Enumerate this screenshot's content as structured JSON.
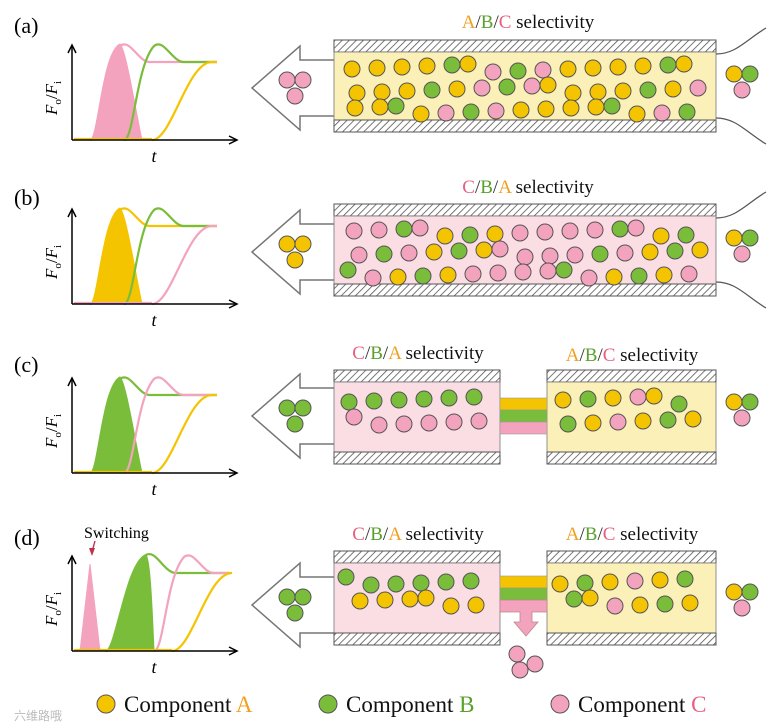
{
  "colors": {
    "A": "#f5c400",
    "B": "#79bd3a",
    "C": "#f4a3bf",
    "A_text": "#f0a020",
    "B_text": "#5aa02c",
    "C_text": "#e8607f",
    "yellow_bg": "#fbf1b8",
    "pink_bg": "#fbdde4"
  },
  "common": {
    "axis_y_label": "F",
    "axis_y_sub0": "o",
    "axis_y_slash": "/",
    "axis_y_sub1": "i",
    "axis_x_label": "t",
    "separator": "/",
    "selectivity_word": " selectivity"
  },
  "panels": [
    {
      "id": "a",
      "label": "(a)",
      "order": [
        "A",
        "B",
        "C"
      ]
    },
    {
      "id": "b",
      "label": "(b)",
      "order": [
        "C",
        "B",
        "A"
      ]
    },
    {
      "id": "c",
      "label": "(c)",
      "order_left": [
        "C",
        "B",
        "A"
      ],
      "order_right": [
        "A",
        "B",
        "C"
      ]
    },
    {
      "id": "d",
      "label": "(d)",
      "order_left": [
        "C",
        "B",
        "A"
      ],
      "order_right": [
        "A",
        "B",
        "C"
      ],
      "switching": "Switching"
    }
  ],
  "legend": [
    {
      "word": "Component ",
      "letter": "A"
    },
    {
      "word": "Component ",
      "letter": "B"
    },
    {
      "word": "Component ",
      "letter": "C"
    }
  ],
  "watermark": "六维路哦"
}
